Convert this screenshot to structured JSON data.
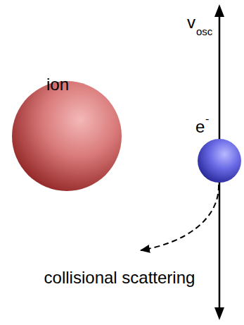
{
  "diagram": {
    "labels": [
      "ion",
      "e",
      "-",
      "v",
      "osc",
      "collisional scattering"
    ]
  }
}
